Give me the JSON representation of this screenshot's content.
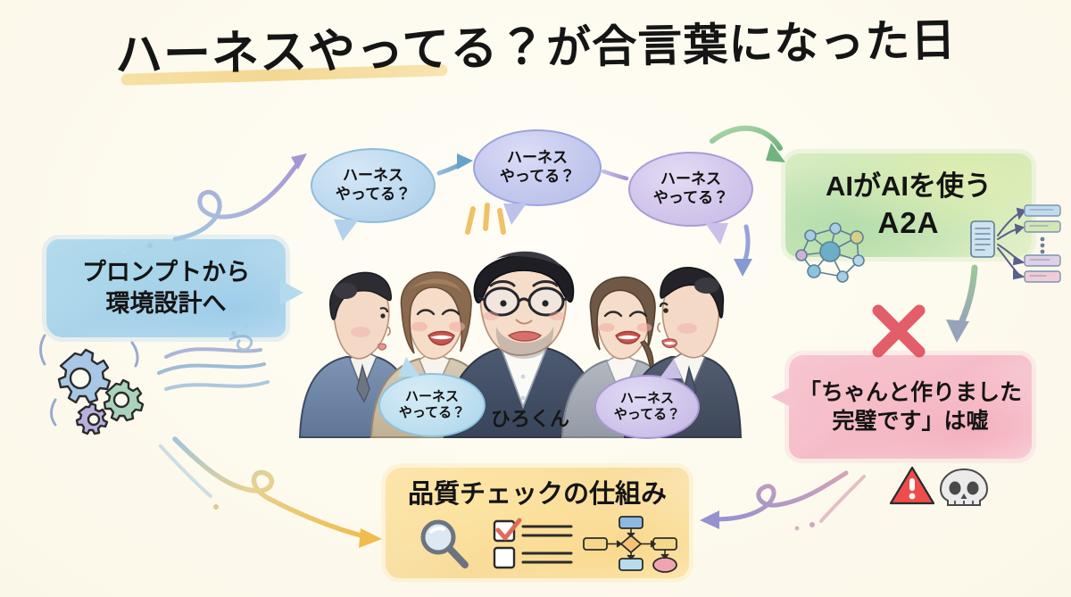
{
  "page": {
    "background_color": "#fdfbf0",
    "title_part1": "ハーネスやってる？",
    "title_part2": "が合言葉になった日",
    "highlight_color": "#f2d68d"
  },
  "panels": {
    "left": {
      "name": "prompt-to-environment",
      "line1": "プロンプトから",
      "line2": "環境設計へ",
      "color": "#a9d3ea"
    },
    "green": {
      "name": "ai-uses-ai",
      "line1": "AIがAIを使う",
      "line2": "A2A",
      "color": "#c6e5b4"
    },
    "pink": {
      "name": "perfect-is-a-lie",
      "line1": "「ちゃんと作りました",
      "line2": "完璧です」は嘘",
      "color": "#f5bcc8"
    },
    "yellow": {
      "name": "quality-check-mechanism",
      "line1": "品質チェックの仕組み",
      "color": "#f8dc9c"
    }
  },
  "bubbles": [
    {
      "id": "b1",
      "line1": "ハーネス",
      "line2": "やってる？",
      "color": "#bcd9ef"
    },
    {
      "id": "b2",
      "line1": "ハーネス",
      "line2": "やってる？",
      "color": "#c3c8ee"
    },
    {
      "id": "b3",
      "line1": "ハーネス",
      "line2": "やってる？",
      "color": "#d2c6ec"
    },
    {
      "id": "b4",
      "line1": "ハーネス",
      "line2": "やってる？",
      "color": "#bfe0f0"
    },
    {
      "id": "b5",
      "line1": "ハーネス",
      "line2": "やってる？",
      "color": "#d0c6ec"
    }
  ],
  "people": {
    "center_label": "ひろくん",
    "count": 5
  },
  "icons": {
    "gears": "gears-icon",
    "network": "network-graph-icon",
    "documents": "document-list-icon",
    "red_x": "red-x-icon",
    "warning": "warning-triangle-icon",
    "skull": "skull-icon",
    "magnifier": "magnifying-glass-icon",
    "checklist": "checklist-icon",
    "flowchart": "flowchart-icon",
    "sparks": "spark-lines-icon"
  },
  "arrows": [
    {
      "name": "arrow-left-to-bubble1",
      "color": "#9b8fd0"
    },
    {
      "name": "arrow-bubble1-to-bubble2",
      "color": "#6f9fc4"
    },
    {
      "name": "arrow-bubble2-to-bubble3",
      "color": "#b2a3d6"
    },
    {
      "name": "arrow-bubble3-to-green",
      "color": "#7cba80"
    },
    {
      "name": "arrow-bubble3-down",
      "color": "#7b8fd0"
    },
    {
      "name": "arrow-green-to-pink",
      "color": "#8d9ab4"
    },
    {
      "name": "arrow-pink-to-yellow",
      "color": "#a18ec8"
    },
    {
      "name": "arrow-left-to-yellow",
      "color": "#efc061"
    }
  ]
}
